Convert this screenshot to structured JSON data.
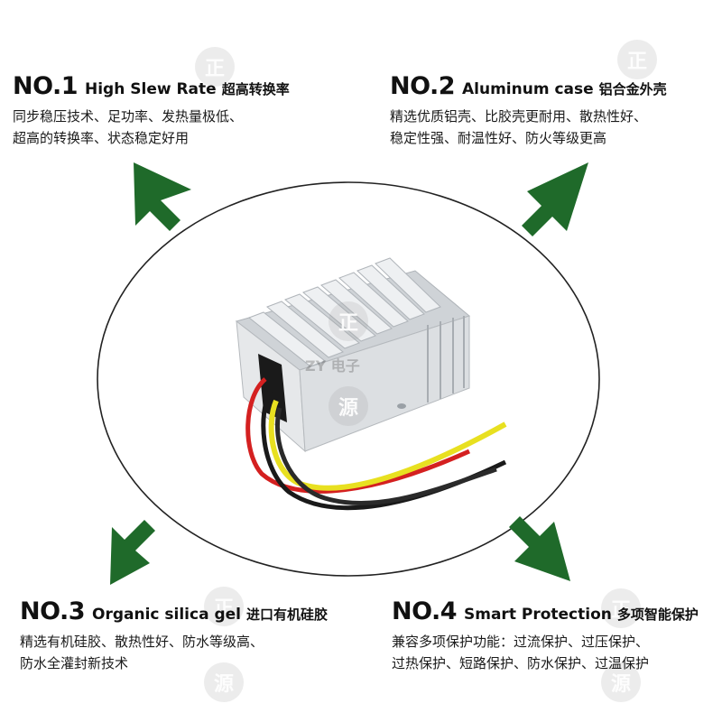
{
  "features": [
    {
      "num": "NO.1",
      "title_en": "High Slew Rate",
      "title_cn": "超高转换率",
      "lines": [
        "同步稳压技术、足功率、发热量极低、",
        "超高的转换率、状态稳定好用"
      ]
    },
    {
      "num": "NO.2",
      "title_en": "Aluminum case",
      "title_cn": "铝合金外壳",
      "lines": [
        "精选优质铝壳、比胶壳更耐用、散热性好、",
        "稳定性强、耐温性好、防火等级更高"
      ]
    },
    {
      "num": "NO.3",
      "title_en": "Organic silica gel",
      "title_cn": "进口有机硅胶",
      "lines": [
        "精选有机硅胶、散热性好、防水等级高、",
        "防水全灌封新技术"
      ]
    },
    {
      "num": "NO.4",
      "title_en": "Smart Protection",
      "title_cn": "多项智能保护",
      "lines": [
        "兼容多项保护功能：过流保护、过压保护、",
        "过热保护、短路保护、防水保护、过温保护"
      ]
    }
  ],
  "watermark": {
    "char_top": "正",
    "brand": "ZY 电子",
    "char_bottom": "源"
  },
  "colors": {
    "arrow": "#1f6a2a",
    "ellipse": "#222222",
    "case": "#d4d8dc",
    "wire_red": "#d42020",
    "wire_yellow": "#e8e020",
    "wire_black": "#1a1a1a"
  }
}
